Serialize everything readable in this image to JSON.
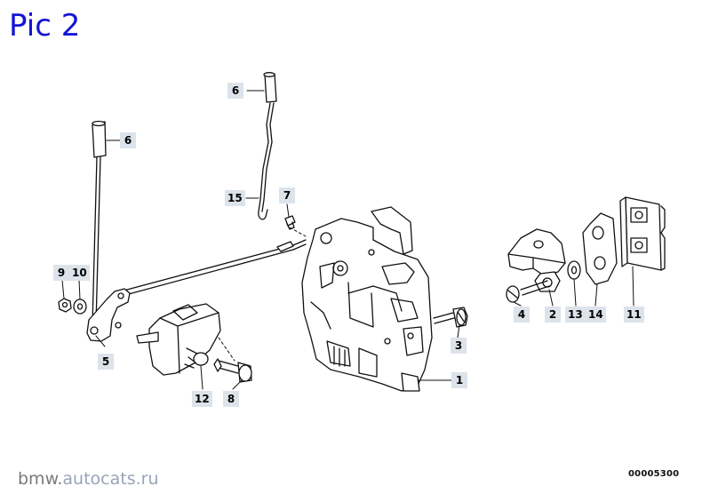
{
  "title": "Pic 2",
  "footer": {
    "site_prefix": "bmw.",
    "site_domain": "autocats.ru",
    "diagram_code": "00005300"
  },
  "callouts": [
    {
      "id": "c6a",
      "text": "6"
    },
    {
      "id": "c6b",
      "text": "6"
    },
    {
      "id": "c15",
      "text": "15"
    },
    {
      "id": "c7",
      "text": "7"
    },
    {
      "id": "c9",
      "text": "9"
    },
    {
      "id": "c10",
      "text": "10"
    },
    {
      "id": "c5",
      "text": "5"
    },
    {
      "id": "c12",
      "text": "12"
    },
    {
      "id": "c8",
      "text": "8"
    },
    {
      "id": "c3",
      "text": "3"
    },
    {
      "id": "c1",
      "text": "1"
    },
    {
      "id": "c4",
      "text": "4"
    },
    {
      "id": "c2",
      "text": "2"
    },
    {
      "id": "c13",
      "text": "13"
    },
    {
      "id": "c14",
      "text": "14"
    },
    {
      "id": "c11",
      "text": "11"
    }
  ],
  "colors": {
    "title": "#1414d4",
    "callout_bg": "#dde3ea",
    "line": "#111111"
  }
}
